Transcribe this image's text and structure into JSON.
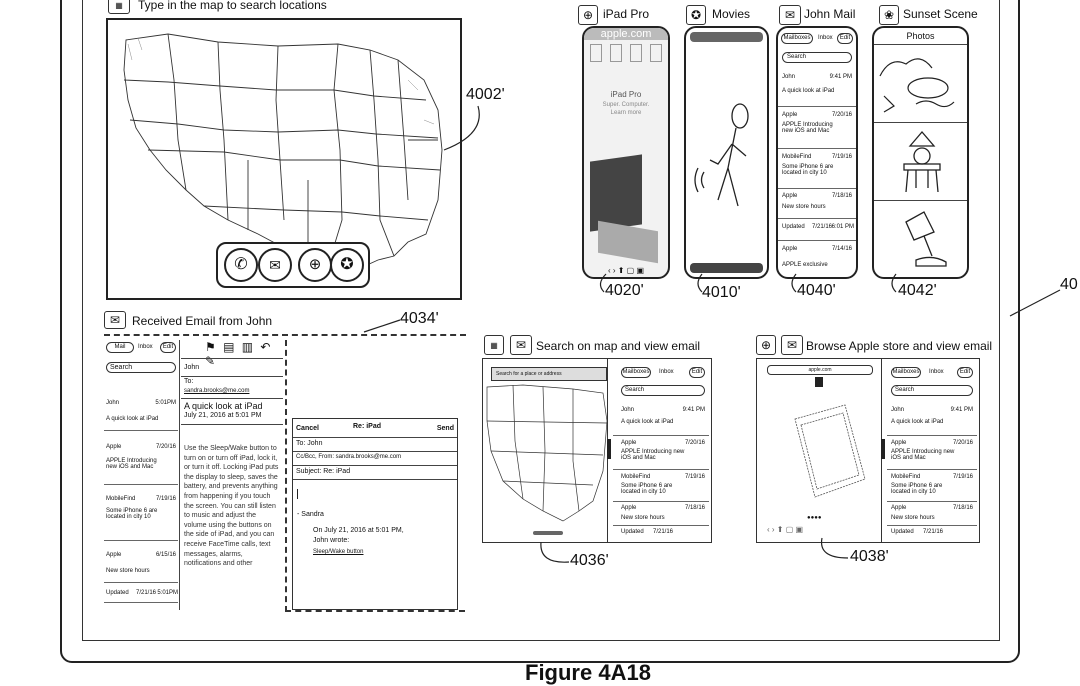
{
  "figure": {
    "title": "Figure 4A18",
    "outer_ref": "40"
  },
  "map_panel": {
    "hint": "Type in the map to search locations",
    "ref": "4002'",
    "dock_icons": [
      "phone-icon",
      "mail-icon",
      "compass-icon",
      "star-icon"
    ]
  },
  "thumbnails": [
    {
      "label": "iPad Pro",
      "icon": "compass-icon",
      "ref": "4020'"
    },
    {
      "label": "Movies",
      "icon": "star-icon",
      "ref": "4010'"
    },
    {
      "label": "John Mail",
      "icon": "mail-icon",
      "ref": "4040'"
    },
    {
      "label": "Sunset Scene",
      "icon": "flower-icon",
      "ref": "4042'"
    }
  ],
  "ipad_pro_screen": {
    "url": "apple.com",
    "headline": "iPad Pro",
    "subline1": "Super. Computer.",
    "subline2": "Learn more"
  },
  "photos_screen": {
    "title": "Photos"
  },
  "mail_mini": {
    "mailboxes": "Mailboxes",
    "inbox": "Inbox",
    "edit": "Edit",
    "search": "Search",
    "rows": [
      {
        "sender": "John",
        "date": "9:41 PM",
        "preview": "A quick look at iPad"
      },
      {
        "sender": "Apple",
        "date": "7/20/16",
        "preview": "APPLE Introducing new iOS and Mac"
      },
      {
        "sender": "MobileFind",
        "date": "7/19/16",
        "preview": "Some iPhone 6 are located in city 10"
      },
      {
        "sender": "Apple",
        "date": "7/18/16",
        "preview": "New store hours"
      },
      {
        "sender": "Updated",
        "date": "7/21/16",
        "preview": "6:01 PM"
      },
      {
        "sender": "Apple",
        "date": "7/14/16",
        "preview": "APPLE exclusive"
      }
    ]
  },
  "email_panel": {
    "title": "Received Email from John",
    "ref": "4034'",
    "inbox_label": "Inbox",
    "edit_label": "Edit",
    "mailboxes_short": "Mail",
    "search": "Search",
    "message": {
      "from": "John",
      "to_label": "To:",
      "to_addr": "sandra.brooks@me.com",
      "subject": "A quick look at iPad",
      "date": "July 21, 2016 at 5:01 PM",
      "body": "Use the Sleep/Wake button to turn on or turn off iPad, lock it, or turn it off. Locking iPad puts the display to sleep, saves the battery, and prevents anything from happening if you touch the screen. You can still listen to music and adjust the volume using the buttons on the side of iPad, and you can receive FaceTime calls, text messages, alarms, notifications and other"
    },
    "list_rows": [
      {
        "sender": "John",
        "date": "5:01PM",
        "preview": "A quick look at iPad"
      },
      {
        "sender": "Apple",
        "date": "7/20/16",
        "preview": "APPLE Introducing new iOS and Mac"
      },
      {
        "sender": "MobileFind",
        "date": "7/19/16",
        "preview": "Some iPhone 6 are located in city 10"
      },
      {
        "sender": "Apple",
        "date": "6/15/16",
        "preview": "New store hours"
      },
      {
        "sender": "Updated",
        "date": "7/21/16",
        "preview": "5:01PM"
      }
    ],
    "reply": {
      "cancel": "Cancel",
      "subject_title": "Re: iPad",
      "send": "Send",
      "to": "To: John",
      "cc": "Cc/Bcc, From: sandra.brooks@me.com",
      "subject": "Subject: Re: iPad",
      "signature": "- Sandra",
      "quote_line1": "On July 21, 2016 at 5:01 PM,",
      "quote_line2": "John wrote:",
      "quote_line3": "Sleep/Wake button"
    }
  },
  "split_map_mail": {
    "title": "Search on map and view email",
    "ref": "4036'",
    "search_placeholder": "Search for a place or address"
  },
  "split_store_mail": {
    "title": "Browse Apple store and view email",
    "ref": "4038'",
    "url": "apple.com"
  }
}
